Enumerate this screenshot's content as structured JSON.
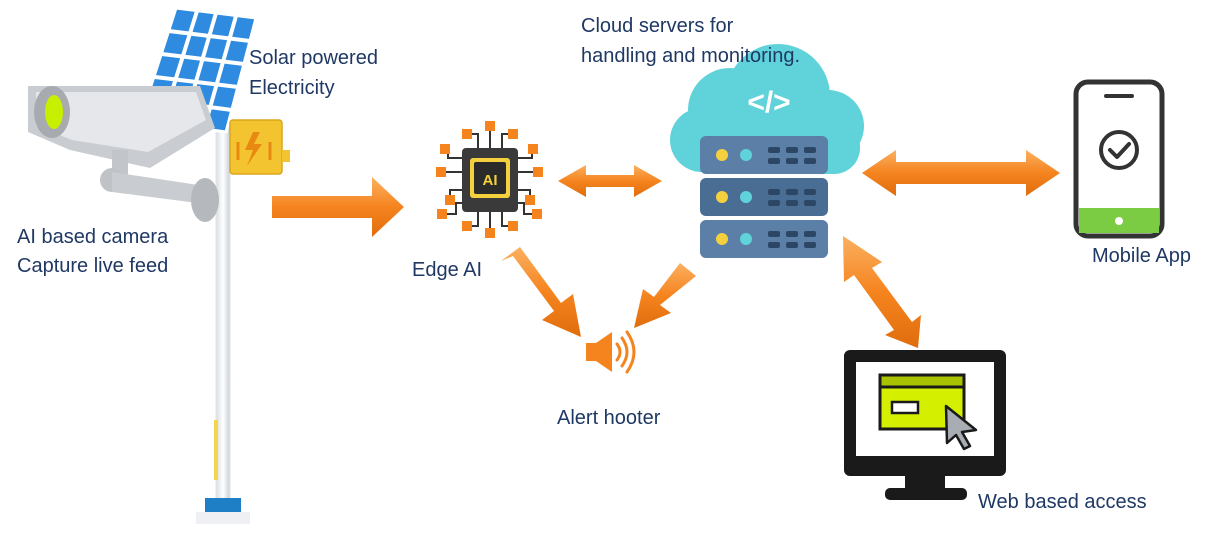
{
  "labels": {
    "solar_line1": "Solar powered",
    "solar_line2": "Electricity",
    "camera_line1": "AI based camera",
    "camera_line2": "Capture live feed",
    "edge_ai": "Edge AI",
    "cloud_line1": "Cloud servers for",
    "cloud_line2": "handling and monitoring.",
    "mobile_app": "Mobile App",
    "alert_hooter": "Alert hooter",
    "web_access": "Web based access",
    "chip_text": "AI",
    "code_symbol": "</>"
  },
  "colors": {
    "arrow": "#f5841f",
    "label_text": "#1f3864",
    "solar_panel": "#2e8be0",
    "lime": "#d4f000",
    "cloud": "#5fd3d9",
    "server": "#5b7fa6",
    "phone_bar": "#7ccc43"
  },
  "icons": [
    "cctv-camera-icon",
    "solar-panel-icon",
    "battery-box-icon",
    "ai-chip-icon",
    "cloud-server-icon",
    "smartphone-check-icon",
    "speaker-icon",
    "computer-monitor-icon"
  ]
}
